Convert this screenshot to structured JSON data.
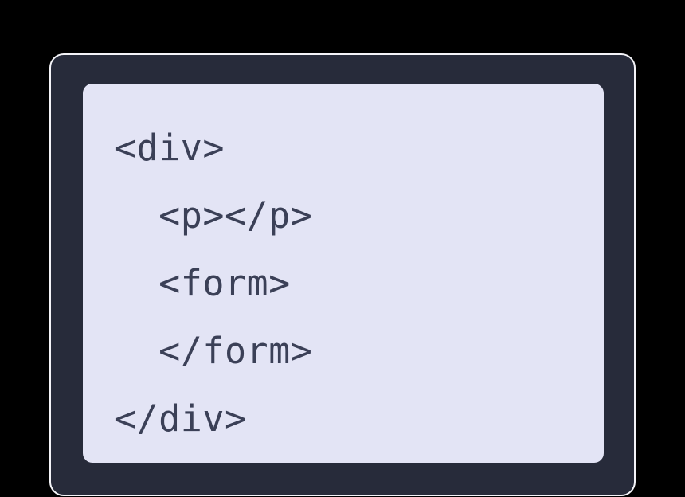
{
  "card": {
    "code_lines": [
      "<div>",
      "  <p></p>",
      "  <form>",
      "  </form>",
      "</div>"
    ]
  },
  "colors": {
    "background": "#000000",
    "card_bg": "#272b3a",
    "card_border": "#f4f4f8",
    "panel_bg": "#e3e4f5",
    "code_text": "#3b4057"
  }
}
